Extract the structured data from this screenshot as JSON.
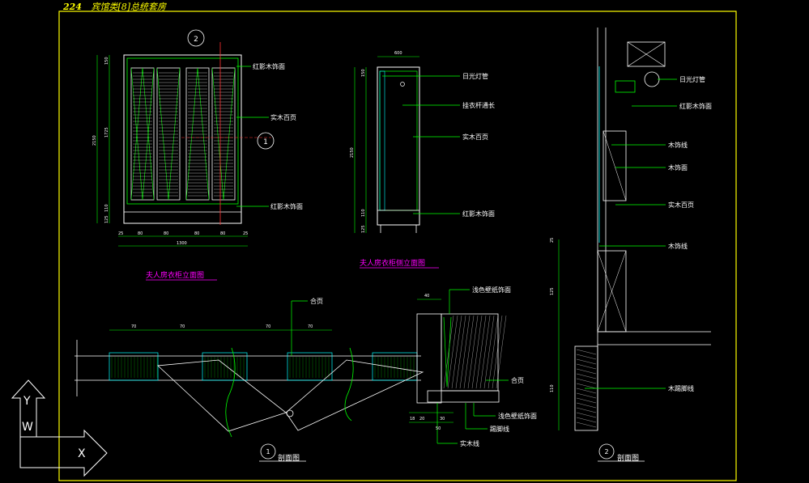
{
  "header": {
    "page_number": "224",
    "title": "宾馆类[8]总统套房"
  },
  "colors": {
    "background": "#000000",
    "frame": "#ffff00",
    "outline": "#ffffff",
    "detail": "#00ff00",
    "glass": "#00ffff",
    "leader": "#00ff00",
    "dimension": "#00ff00",
    "title_text": "#ff00ff",
    "axis_icon": "#ffffff"
  },
  "elevation_front": {
    "title": "夫人房衣柜立面图",
    "section_tag_top": "2",
    "section_tag_side": "1",
    "labels": [
      "红影木饰面",
      "实木百页",
      "红影木饰面"
    ],
    "dims_vertical": [
      "150",
      "1725",
      "2150",
      "110",
      "125"
    ],
    "dims_bottom": [
      "25",
      "80",
      "80",
      "80",
      "80",
      "25",
      "1300"
    ]
  },
  "elevation_side": {
    "title": "夫人房衣柜侧立面图",
    "labels": [
      "日光灯管",
      "挂衣杆通长",
      "实木百页",
      "红影木饰面"
    ],
    "dims_vertical": [
      "150",
      "2150",
      "110",
      "125"
    ],
    "dims_top": [
      "600"
    ]
  },
  "plan_section": {
    "tag": "1",
    "title": "剖面图",
    "labels": [
      "合页",
      "浅色壁纸饰面",
      "合页",
      "浅色壁纸饰面",
      "踢脚线",
      "实木线"
    ],
    "dims_top": [
      "70",
      "70",
      "70",
      "70",
      "40"
    ],
    "dims_bottom": [
      "18",
      "20",
      "30",
      "50"
    ]
  },
  "vertical_section": {
    "tag": "2",
    "title": "剖面图",
    "labels": [
      "日光灯管",
      "红影木饰面",
      "木饰线",
      "木饰面",
      "实木百页",
      "木饰线",
      "木踢脚线"
    ],
    "dims_vertical": [
      "25",
      "125",
      "110"
    ]
  },
  "ucs_icon": {
    "y_label": "Y",
    "w_label": "W",
    "x_label": "X"
  }
}
